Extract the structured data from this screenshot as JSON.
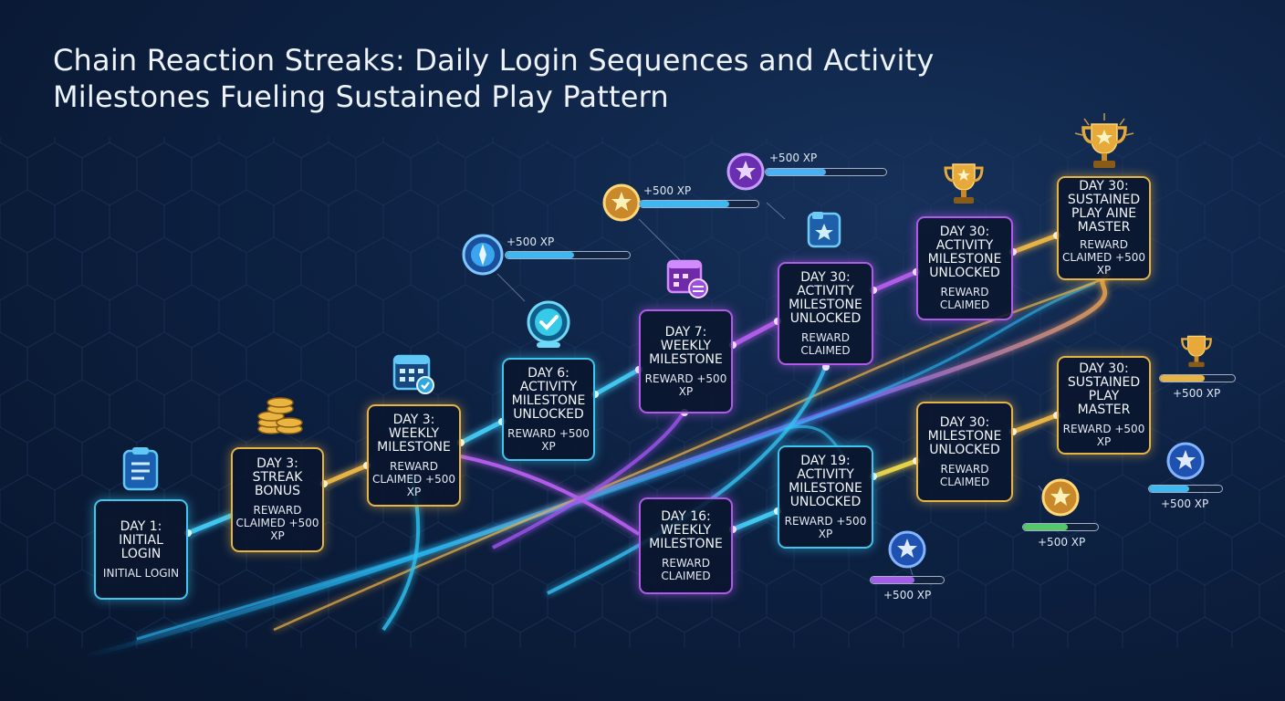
{
  "title": "Chain Reaction Streaks: Daily Login Sequences and Activity Milestones Fueling Sustained Play Pattern",
  "nodes": [
    {
      "main": "Day 1: Initial Login",
      "sub": "Initial Login"
    },
    {
      "main": "Day 3: Streak Bonus",
      "sub": "Reward Claimed +500 XP"
    },
    {
      "main": "Day 3: Weekly Milestone",
      "sub": "Reward Claimed +500 XP"
    },
    {
      "main": "Day 6: Activity Milestone Unlocked",
      "sub": "Reward +500 XP"
    },
    {
      "main": "Day 7: Weekly Milestone",
      "sub": "Reward +500 XP"
    },
    {
      "main": "Day 30: Activity Milestone Unlocked",
      "sub": "Reward Claimed"
    },
    {
      "main": "Day 30: Activity Milestone Unlocked",
      "sub": "Reward Claimed"
    },
    {
      "main": "Day 30: Sustained Play Aine Master",
      "sub": "Reward Claimed +500 XP"
    },
    {
      "main": "Day 16: Weekly Milestone",
      "sub": "Reward Claimed"
    },
    {
      "main": "Day 19: Activity Milestone Unlocked",
      "sub": "Reward +500 XP"
    },
    {
      "main": "Day 30: Milestone Unlocked",
      "sub": "Reward Claimed"
    },
    {
      "main": "Day 30: Sustained Play Master",
      "sub": "Reward +500 XP"
    }
  ],
  "xp_badges": [
    {
      "label": "+500 XP",
      "icon": "compass-badge-icon",
      "fill": 0.55
    },
    {
      "label": "+500 XP",
      "icon": "gold-star-badge-icon",
      "fill": 0.75
    },
    {
      "label": "+500 XP",
      "icon": "violet-star-badge-icon",
      "fill": 0.5
    },
    {
      "label": "+500 XP",
      "icon": "blue-star-badge-icon",
      "fill": 0.6
    },
    {
      "label": "+500 XP",
      "icon": "gold-star-badge-icon",
      "fill": 0.6
    },
    {
      "label": "+500 XP",
      "icon": "blue-star-badge-icon",
      "fill": 0.55
    },
    {
      "label": "+500 XP",
      "icon": "trophy-icon",
      "fill": 0.6
    }
  ],
  "icons": [
    "clipboard-icon",
    "coin-stack-icon",
    "calendar-check-icon",
    "checkmark-badge-icon",
    "calendar-icon",
    "shield-card-icon",
    "trophy-icon",
    "trophy-icon"
  ],
  "colors": {
    "cyan": "#3fc6ef",
    "gold": "#e6b347",
    "violet": "#b05be8",
    "background": "#0d2142"
  }
}
